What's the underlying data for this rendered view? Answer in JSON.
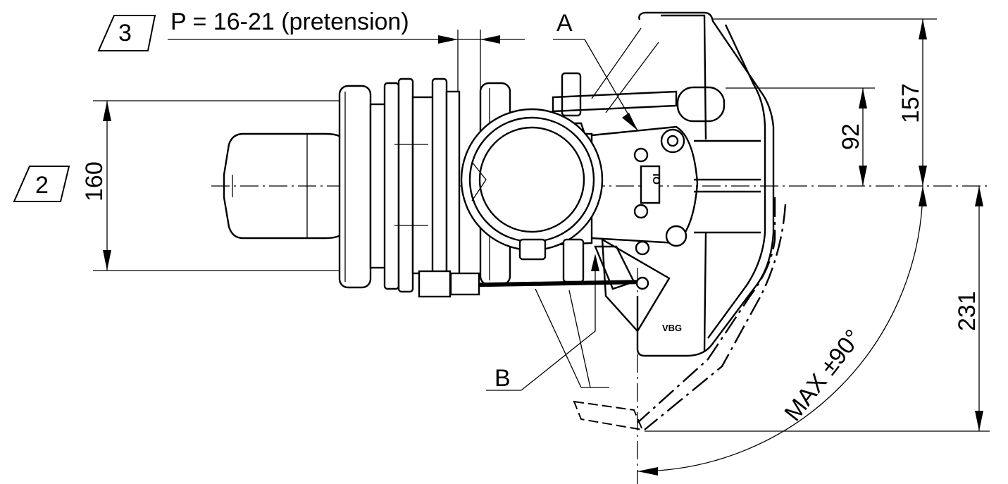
{
  "callouts": {
    "box_3": "3",
    "pretension": "P = 16-21 (pretension)",
    "box_2": "2",
    "label_a": "A",
    "label_b": "B",
    "logo": "VBG"
  },
  "dimensions": {
    "d160": "160",
    "d157": "157",
    "d92": "92",
    "d231": "231",
    "swing": "MAX ±90°"
  }
}
